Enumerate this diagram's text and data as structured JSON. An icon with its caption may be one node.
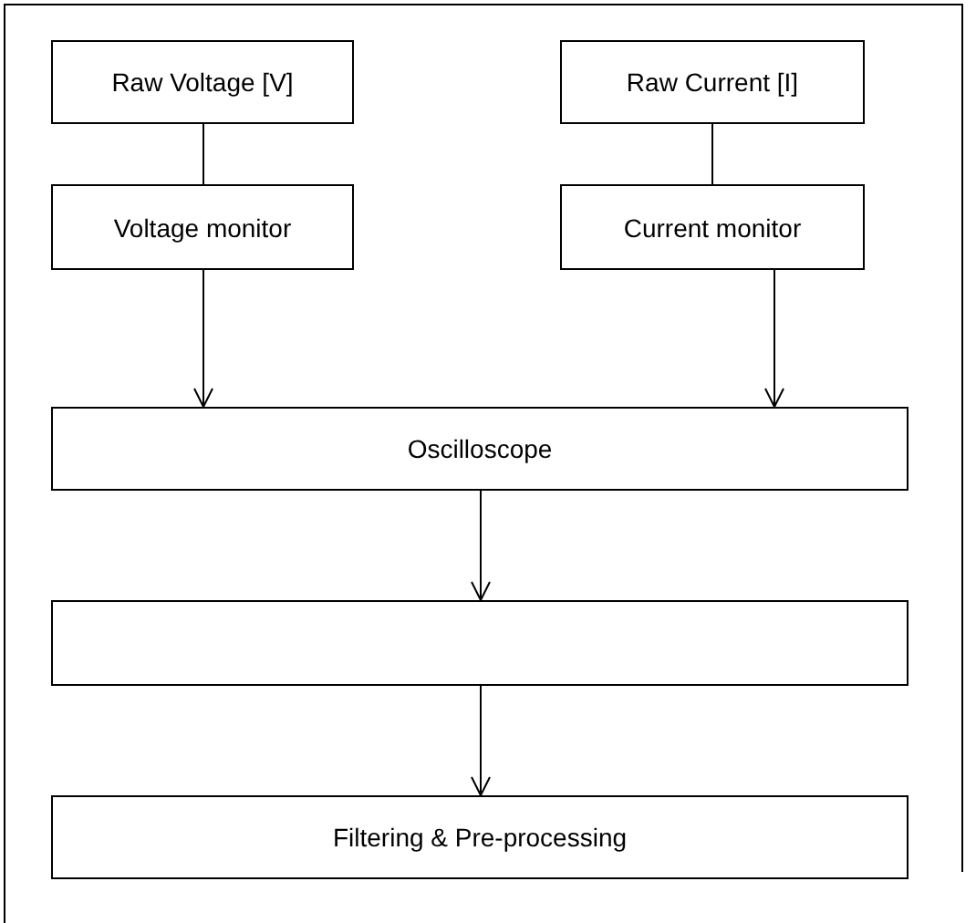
{
  "diagram": {
    "nodes": [
      {
        "text": [
          "Raw Voltage [V]"
        ]
      },
      {
        "text": [
          "Raw Current [I]"
        ]
      },
      {
        "text": [
          "Voltage monitor"
        ]
      },
      {
        "text": [
          "Current monitor"
        ]
      },
      {
        "text": [
          "Oscilloscope"
        ]
      },
      {
        "text": [],
        "shape": "box"
      },
      {
        "text": [
          "Filtering & Pre-processing"
        ]
      }
    ],
    "edges": [
      {
        "from": 0,
        "to": 2,
        "arrow": "none"
      },
      {
        "from": 1,
        "to": 3,
        "arrow": "none"
      },
      {
        "from": 2,
        "to": 4,
        "arrow": "to"
      },
      {
        "from": 3,
        "to": 4,
        "arrow": "to"
      },
      {
        "from": 4,
        "to": 5,
        "arrow": "to"
      },
      {
        "from": 5,
        "to": 6,
        "arrow": "to"
      }
    ]
  }
}
